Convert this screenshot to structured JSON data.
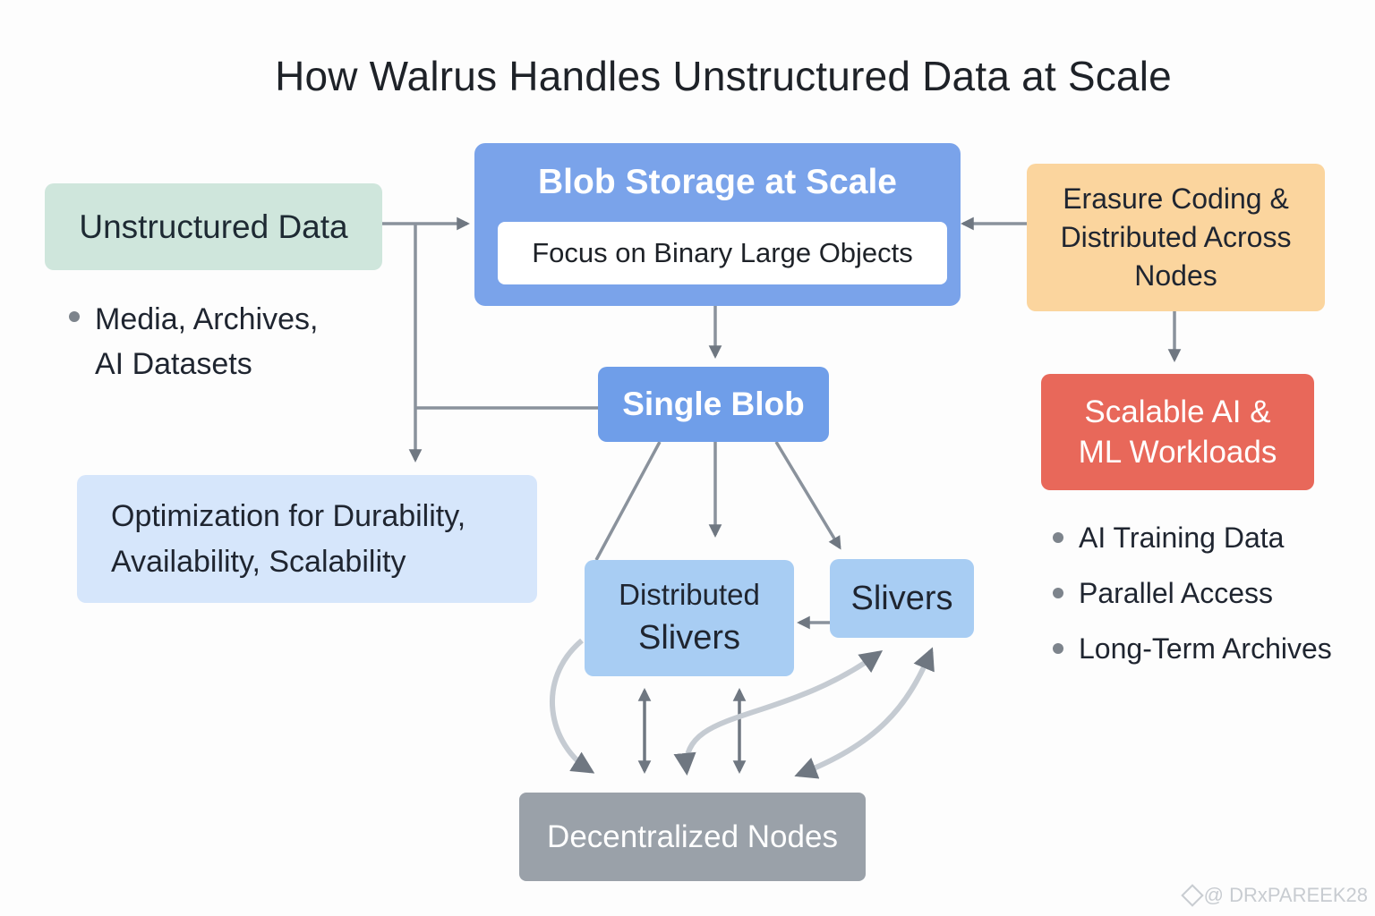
{
  "title": "How Walrus Handles Unstructured Data at Scale",
  "nodes": {
    "unstructured_data": "Unstructured Data",
    "unstructured_bullet": [
      "Media, Archives,",
      "AI Datasets"
    ],
    "blob_storage_title": "Blob Storage at Scale",
    "blob_storage_sub": "Focus on Binary Large Objects",
    "erasure_coding": [
      "Erasure Coding &",
      "Distributed Across",
      "Nodes"
    ],
    "scalable_workloads": [
      "Scalable AI &",
      "ML Workloads"
    ],
    "single_blob": "Single Blob",
    "optimization": [
      "Optimization for Durability,",
      "Availability, Scalability"
    ],
    "distributed_slivers": [
      "Distributed",
      "Slivers"
    ],
    "slivers": "Slivers",
    "decentralized_nodes": "Decentralized Nodes"
  },
  "workload_bullets": [
    "AI Training Data",
    "Parallel Access",
    "Long-Term Archives"
  ],
  "watermark": "@ DRxPAREEK28",
  "colors": {
    "unstructured": "#cfe6dc",
    "blob_storage": "#7aa3ea",
    "erasure": "#fbd59e",
    "scalable": "#e8685a",
    "single_blob": "#6f9ee9",
    "optimization": "#d6e6fb",
    "slivers": "#a8cdf3",
    "decentralized": "#9aa1a9",
    "connector": "#8a929c",
    "curved_connector": "#c5cbd2"
  }
}
